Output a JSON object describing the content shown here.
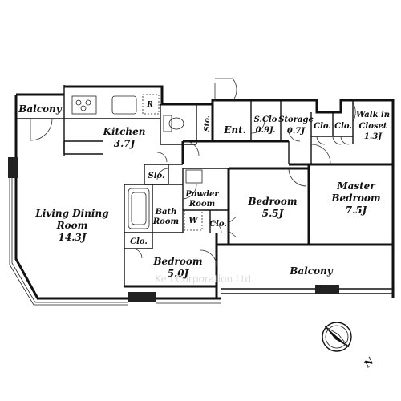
{
  "rooms": {
    "balcony_left": {
      "name": "Balcony"
    },
    "kitchen": {
      "name": "Kitchen",
      "size": "3.7J"
    },
    "living": {
      "line1": "Living Dining",
      "line2": "Room",
      "size": "14.3J"
    },
    "sto": {
      "name": "Sto."
    },
    "ent": {
      "name": "Ent."
    },
    "sclo": {
      "name": "S.Clo",
      "size": "0.9J."
    },
    "storage": {
      "name": "Storage",
      "size": "0.7J"
    },
    "clo_a": {
      "name": "Clo."
    },
    "clo_b": {
      "name": "Clo."
    },
    "wic": {
      "line1": "Walk in",
      "line2": "Closet",
      "size": "1.3J"
    },
    "slo": {
      "name": "Slo."
    },
    "powder": {
      "line1": "Powder",
      "line2": "Room"
    },
    "bath": {
      "line1": "Bath",
      "line2": "Room"
    },
    "w": {
      "name": "W"
    },
    "clo_c": {
      "name": "Clo."
    },
    "bedroom_mid": {
      "name": "Bedroom",
      "size": "5.5J"
    },
    "master": {
      "line1": "Master",
      "line2": "Bedroom",
      "size": "7.5J"
    },
    "clo_d": {
      "name": "Clo."
    },
    "bedroom_low": {
      "name": "Bedroom",
      "size": "5.0J"
    },
    "balcony_bottom": {
      "name": "Balcony"
    }
  },
  "fixtures": {
    "fridge_mark": "R"
  },
  "watermark": "Ken Corporation Ltd.",
  "compass": {
    "label": "N"
  }
}
